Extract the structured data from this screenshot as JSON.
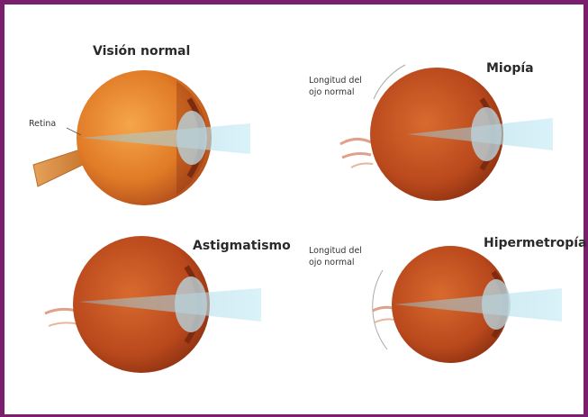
{
  "panels": {
    "normal": {
      "title": "Visión normal",
      "label": "Retina"
    },
    "myopia": {
      "title": "Miopía",
      "note_line1": "Longitud del",
      "note_line2": "ojo normal"
    },
    "astigmatism": {
      "title": "Astigmatismo"
    },
    "hyperopia": {
      "title": "Hipermetropía",
      "note_line1": "Longitud del",
      "note_line2": "ojo normal"
    }
  },
  "colors": {
    "frame": "#7a1f6e",
    "eye_body": "#c9551f",
    "eye_dark": "#8a2e10",
    "light_beam": "#9fd8ec",
    "lens": "#b9d3dc"
  }
}
